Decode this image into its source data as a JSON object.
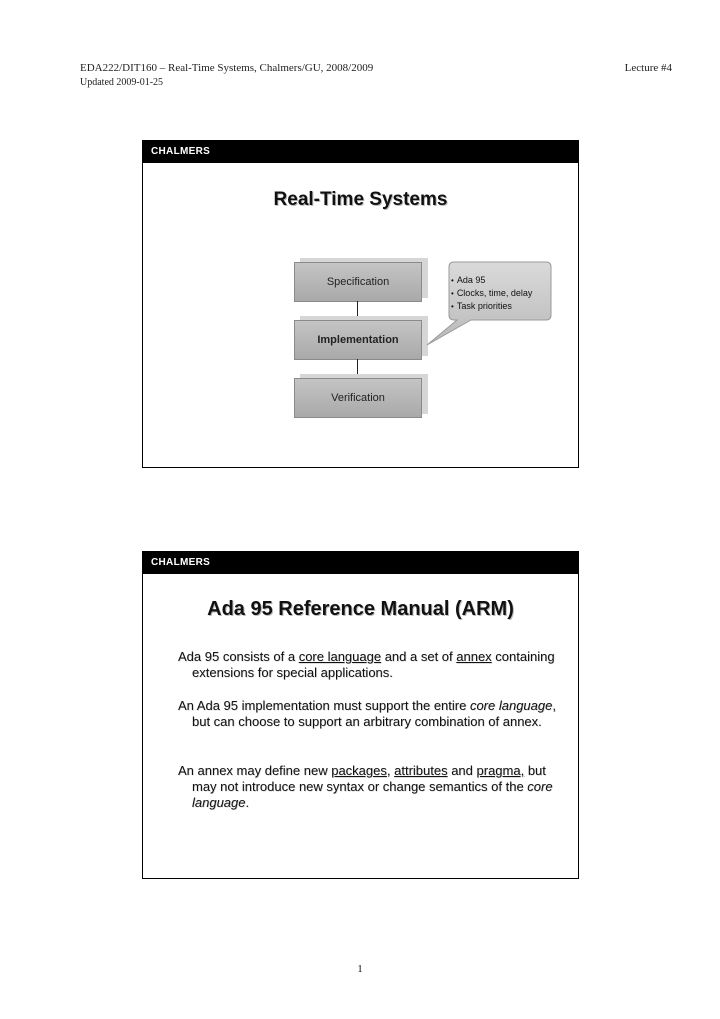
{
  "header": {
    "course": "EDA222/DIT160 – Real-Time Systems, Chalmers/GU, 2008/2009",
    "lecture": "Lecture #4",
    "updated": "Updated 2009-01-25"
  },
  "slide1": {
    "brand": "CHALMERS",
    "title": "Real-Time Systems",
    "boxes": {
      "specification": "Specification",
      "implementation": "Implementation",
      "verification": "Verification"
    },
    "callout": [
      "Ada 95",
      "Clocks, time, delay",
      "Task priorities"
    ]
  },
  "slide2": {
    "brand": "CHALMERS",
    "title": "Ada 95 Reference Manual (ARM)",
    "p1": {
      "a": "Ada 95 consists of a ",
      "b": "core language",
      "c": " and a set of ",
      "d": "annex",
      "e": " containing extensions for special applications."
    },
    "p2": {
      "a": "An Ada 95 implementation must support the entire ",
      "b": "core language",
      "c": ", but can choose to support an arbitrary combination of annex."
    },
    "p3": {
      "a": "An annex may define new ",
      "b": "packages",
      "c": ", ",
      "d": "attributes",
      "e": " and ",
      "f": "pragma,",
      "g": " but may not introduce new syntax or change semantics of the ",
      "h": "core language",
      "i": "."
    }
  },
  "page_number": "1"
}
